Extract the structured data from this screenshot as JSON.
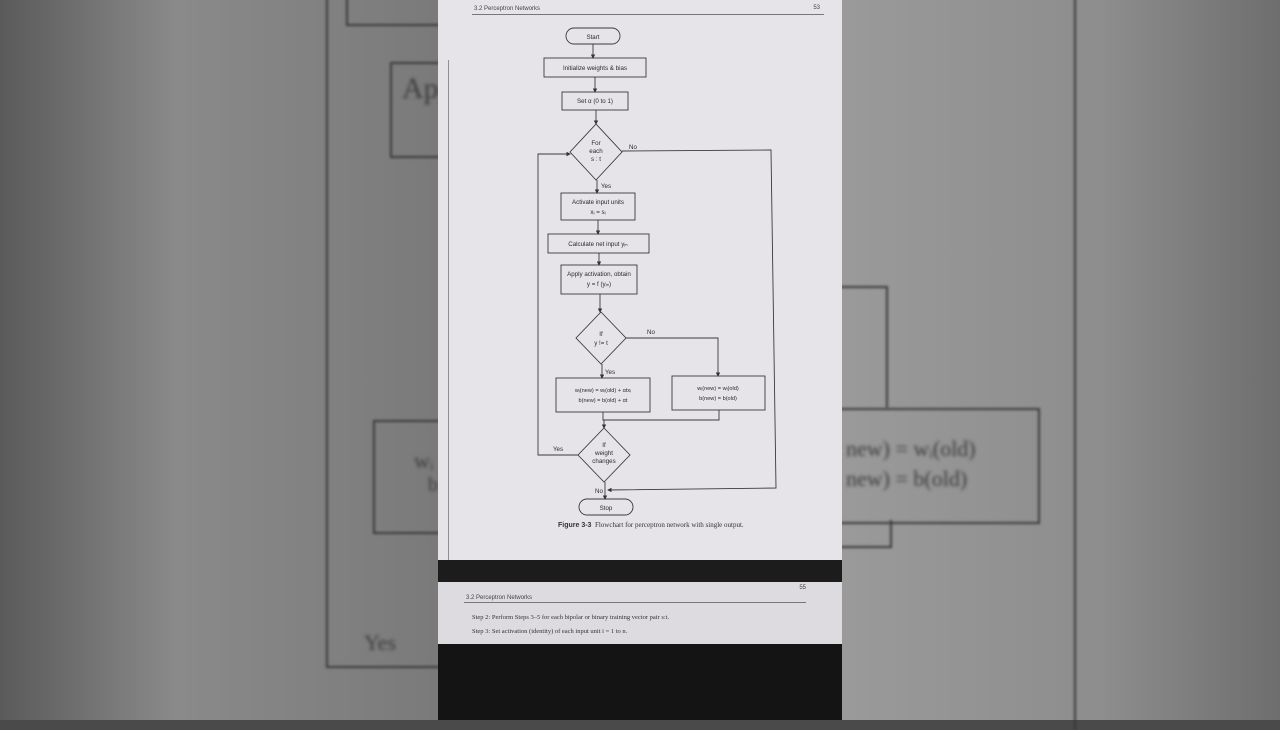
{
  "page_header": {
    "left": "3.2 Perceptron Networks",
    "right": "53"
  },
  "flowchart": {
    "start": "Start",
    "init": "Initialize weights & bias",
    "set_alpha": "Set α (0 to 1)",
    "for_each_l1": "For",
    "for_each_l2": "each",
    "for_each_l3": "s : t",
    "no": "No",
    "yes": "Yes",
    "activate_l1": "Activate input units",
    "activate_l2": "xᵢ = sᵢ",
    "net_input": "Calculate net input yᵢₙ",
    "apply_l1": "Apply activation, obtain",
    "apply_l2": "y = f (yᵢₙ)",
    "if_l1": "If",
    "if_l2": "y != t",
    "update_l1": "wᵢ(new) = wᵢ(old) + αtxᵢ",
    "update_l2": "b(new) = b(old) + αt",
    "keep_l1": "wᵢ(new) = wᵢ(old)",
    "keep_l2": "b(new) = b(old)",
    "wc_l1": "If",
    "wc_l2": "weight",
    "wc_l3": "changes",
    "stop": "Stop"
  },
  "caption": {
    "label": "Figure 3-3",
    "text": "Flowchart for perceptron network with single output."
  },
  "page2": {
    "header_left": "3.2 Perceptron Networks",
    "header_right": "55",
    "step2": "Step 2: Perform Steps 3–5 for each bipolar or binary training vector pair s:t.",
    "step3": "Step 3: Set activation (identity) of each input unit i = 1 to n."
  },
  "background": {
    "left_text_1": "App",
    "left_text_2": "Yes",
    "left_text_3": "wᵢ",
    "left_text_4": "b",
    "right_text_1": "new) = wᵢ(old)",
    "right_text_2": "new) = b(old)"
  }
}
